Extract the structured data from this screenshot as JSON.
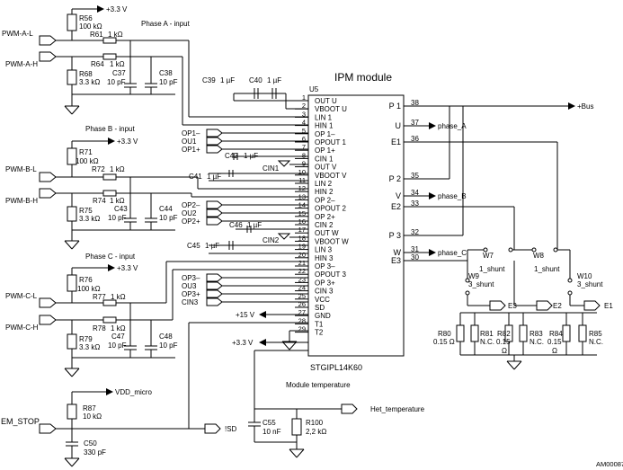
{
  "module": {
    "title": "IPM module",
    "ref": "U5",
    "part": "STGIPL14K60"
  },
  "sections": {
    "a": "Phase A - input",
    "b": "Phase B - input",
    "c": "Phase C - input",
    "temp": "Module temperature"
  },
  "rails": {
    "v33": "+3.3 V",
    "v15": "+15 V",
    "vdd": "VDD_micro",
    "bus": "+Bus"
  },
  "inputs": [
    {
      "label": "PWM-A-L"
    },
    {
      "label": "PWM-A-H"
    },
    {
      "label": "PWM-B-L"
    },
    {
      "label": "PWM-B-H"
    },
    {
      "label": "PWM-C-L"
    },
    {
      "label": "PWM-C-H"
    },
    {
      "label": "EM_STOP"
    }
  ],
  "left_pins": [
    {
      "num": "1",
      "name": "OUT U"
    },
    {
      "num": "2",
      "name": "VBOOT U"
    },
    {
      "num": "3",
      "name": "LIN 1"
    },
    {
      "num": "4",
      "name": "HIN 1"
    },
    {
      "num": "5",
      "name": "OP 1–"
    },
    {
      "num": "6",
      "name": "OPOUT 1"
    },
    {
      "num": "7",
      "name": "OP 1+"
    },
    {
      "num": "8",
      "name": "CIN 1"
    },
    {
      "num": "9",
      "name": "OUT V"
    },
    {
      "num": "10",
      "name": "VBOOT V"
    },
    {
      "num": "11",
      "name": "LIN 2"
    },
    {
      "num": "12",
      "name": "HIN 2"
    },
    {
      "num": "13",
      "name": "OP 2–"
    },
    {
      "num": "14",
      "name": "OPOUT 2"
    },
    {
      "num": "15",
      "name": "OP 2+"
    },
    {
      "num": "16",
      "name": "CIN 2"
    },
    {
      "num": "17",
      "name": "OUT W"
    },
    {
      "num": "18",
      "name": "VBOOT W"
    },
    {
      "num": "19",
      "name": "LIN 3"
    },
    {
      "num": "20",
      "name": "HIN 3"
    },
    {
      "num": "21",
      "name": "OP 3–"
    },
    {
      "num": "22",
      "name": "OPOUT 3"
    },
    {
      "num": "23",
      "name": "OP 3+"
    },
    {
      "num": "24",
      "name": "CIN 3"
    },
    {
      "num": "25",
      "name": "VCC"
    },
    {
      "num": "26",
      "name": "SD"
    },
    {
      "num": "27",
      "name": "GND"
    },
    {
      "num": "28",
      "name": "T1"
    },
    {
      "num": "29",
      "name": "T2"
    }
  ],
  "right_pins": [
    {
      "num": "38",
      "name": "P 1"
    },
    {
      "num": "37",
      "name": "U"
    },
    {
      "num": "36",
      "name": "E1"
    },
    {
      "num": "35",
      "name": "P 2"
    },
    {
      "num": "34",
      "name": "V"
    },
    {
      "num": "33",
      "name": "E2"
    },
    {
      "num": "32",
      "name": "P 3"
    },
    {
      "num": "31",
      "name": "W"
    },
    {
      "num": "30",
      "name": "E3"
    }
  ],
  "net_labels": {
    "op1m": "OP1–",
    "ou1": "OU1",
    "op1p": "OP1+",
    "cin1": "CIN1",
    "op2m": "OP2–",
    "ou2": "OU2",
    "op2p": "OP2+",
    "cin2": "CIN2",
    "op3m": "OP3–",
    "ou3": "OU3",
    "op3p": "OP3+",
    "cin3": "CIN3",
    "phase_a": "phase_A",
    "phase_b": "phase_B",
    "phase_c": "phase_C",
    "e1": "E1",
    "e2": "E2",
    "e3": "E3",
    "sd": "!SD",
    "het": "Het_temperature"
  },
  "parts": {
    "r56": "R56",
    "r56v": "100 kΩ",
    "r61": "R61",
    "r61v": "1 kΩ",
    "r64": "R64",
    "r64v": "1 kΩ",
    "r68": "R68",
    "r68v": "3.3 kΩ",
    "c37": "C37",
    "c37v": "10 pF",
    "c38": "C38",
    "c38v": "10 pF",
    "r71": "R71",
    "r71v": "100 kΩ",
    "r72": "R72",
    "r72v": "1 kΩ",
    "r74": "R74",
    "r74v": "1 kΩ",
    "r75": "R75",
    "r75v": "3.3 kΩ",
    "c43": "C43",
    "c43v": "10 pF",
    "c44": "C44",
    "c44v": "10 pF",
    "r76": "R76",
    "r76v": "100 kΩ",
    "r77": "R77",
    "r77v": "1 kΩ",
    "r78": "R78",
    "r78v": "1 kΩ",
    "r79": "R79",
    "r79v": "3.3 kΩ",
    "c47": "C47",
    "c47v": "10 pF",
    "c48": "C48",
    "c48v": "10 pF",
    "c39": "C39",
    "c39v": "1 µF",
    "c40": "C40",
    "c40v": "1 µF",
    "c41": "C41",
    "c41v": "1 µF",
    "c42": "C42",
    "c42v": "1 µF",
    "c45": "C45",
    "c45v": "1 µF",
    "c46": "C46",
    "c46v": "1 µF",
    "r87": "R87",
    "r87v": "10 kΩ",
    "c50": "C50",
    "c50v": "330 pF",
    "c55": "C55",
    "c55v": "10 nF",
    "r100": "R100",
    "r100v": "2,2 kΩ",
    "r80": "R80",
    "r80v": "0.15 Ω",
    "r81": "R81",
    "r81v": "N.C.",
    "r82": "R82",
    "r82v": "0.15",
    "r83": "R83",
    "r83v": "N.C.",
    "r84": "R84",
    "r84v": "0.15",
    "r85": "R85",
    "r85v": "N.C.",
    "omega": "Ω",
    "w7": "W7",
    "w7v": "1_shunt",
    "w8": "W8",
    "w8v": "1_shunt",
    "w9": "W9",
    "w9v": "3_shunt",
    "w10": "W10",
    "w10v": "3_shunt"
  },
  "doc_id": "AM00087"
}
